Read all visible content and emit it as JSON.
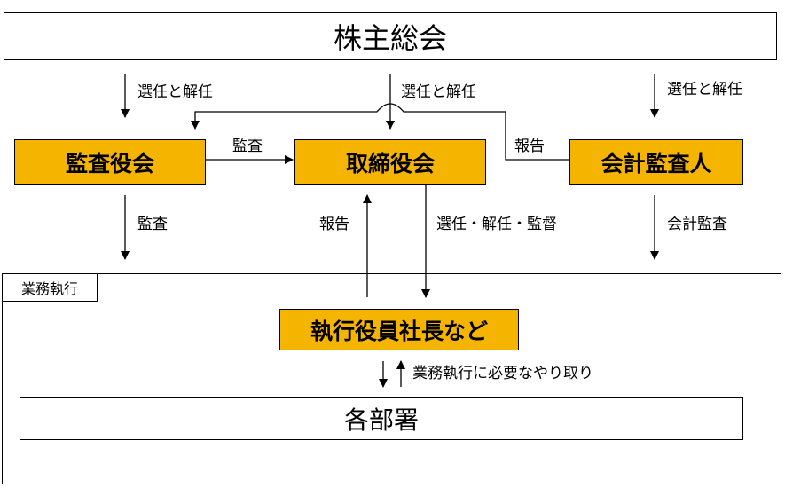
{
  "boxes": {
    "shareholders_meeting": "株主総会",
    "audit_board": "監査役会",
    "board_of_directors": "取締役会",
    "accounting_auditor": "会計監査人",
    "executive_officers": "執行役員社長など",
    "departments": "各部署"
  },
  "section": {
    "business_execution": "業務執行"
  },
  "labels": {
    "elect_dismiss_left": "選任と解任",
    "elect_dismiss_center": "選任と解任",
    "elect_dismiss_right": "選任と解任",
    "audit_top": "監査",
    "report_top": "報告",
    "audit_left": "監査",
    "report_center": "報告",
    "elect_dismiss_supervise": "選任・解任・監督",
    "accounting_audit": "会計監査",
    "interaction": "業務執行に必要なやり取り"
  },
  "colors": {
    "highlight_fill": "#f5b400",
    "stroke": "#000000",
    "background": "#ffffff"
  }
}
